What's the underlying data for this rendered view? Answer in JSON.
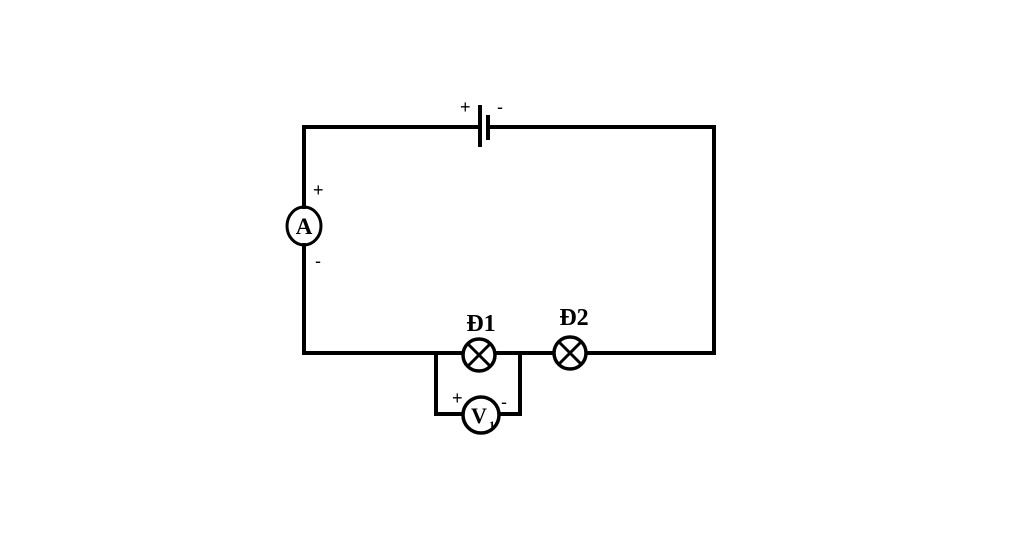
{
  "diagram": {
    "battery": {
      "plus": "+",
      "minus": "-"
    },
    "ammeter": {
      "symbol": "A",
      "plus": "+",
      "minus": "-"
    },
    "lamp1": {
      "label": "Đ1"
    },
    "lamp2": {
      "label": "Đ2"
    },
    "voltmeter": {
      "symbol": "V",
      "subscript": "1",
      "plus": "+",
      "minus": "-"
    }
  }
}
